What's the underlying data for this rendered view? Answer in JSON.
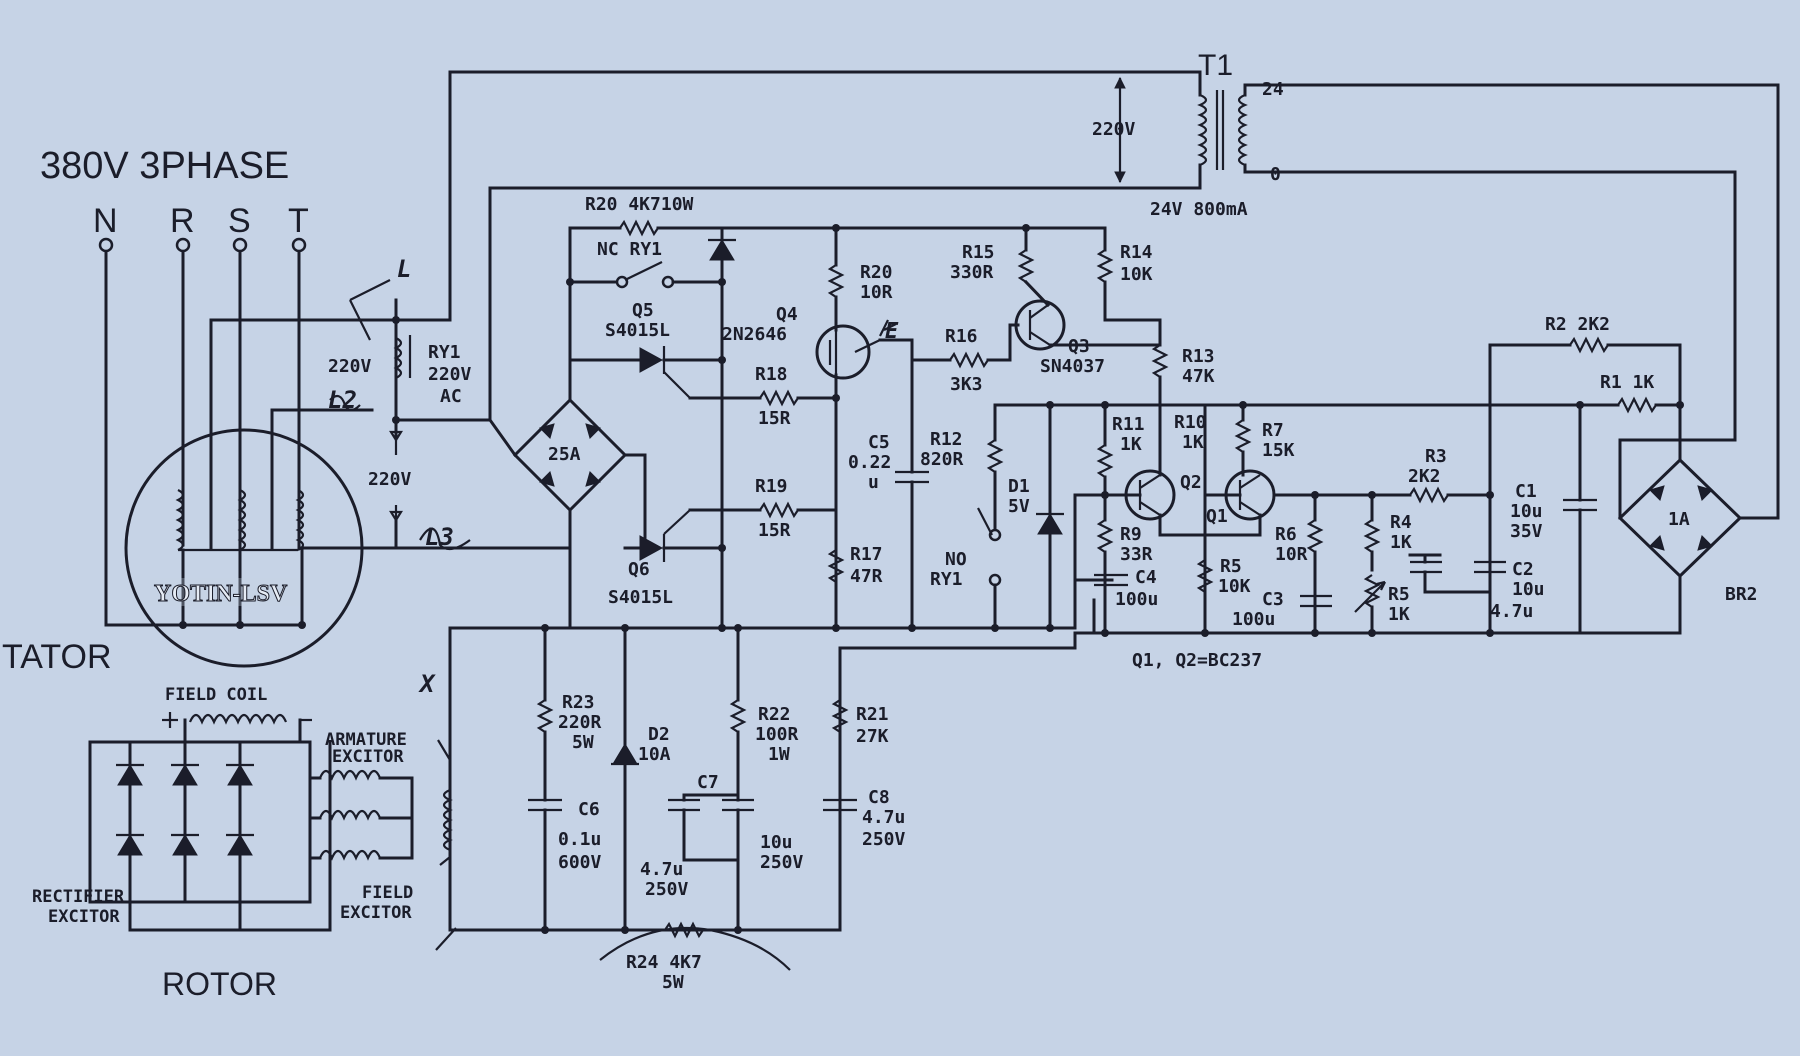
{
  "title": "380V 3PHASE",
  "phases": [
    "N",
    "R",
    "S",
    "T"
  ],
  "stator_label": "TATOR",
  "rotor_label": "ROTOR",
  "brand": "YOTIN-LSV",
  "transformer": {
    "name": "T1",
    "primary": "220V",
    "tap": "24",
    "zero": "0",
    "secondary": "24V 800mA"
  },
  "relay": {
    "name": "RY1",
    "rating": "220V",
    "ac": "AC",
    "left_v": "220V",
    "mid_v": "220V",
    "nc": "NC RY1",
    "no": "NO",
    "no_name": "RY1"
  },
  "handwritten": {
    "l1": "L",
    "l2": "L2",
    "l3": "L3",
    "x": "X",
    "e": "E"
  },
  "bridges": {
    "main": "25A",
    "br2": "1A",
    "br2_name": "BR2"
  },
  "transistors": {
    "q1": "Q1",
    "q2": "Q2",
    "q3": "Q3",
    "q3_type": "SN4037",
    "q4": "Q4",
    "q4_type": "2N2646",
    "q5": "Q5",
    "q5_type": "S4015L",
    "q6": "Q6",
    "q6_type": "S4015L",
    "note": "Q1, Q2=BC237"
  },
  "resistors": {
    "r20a": "R20 4K710W",
    "r20b": "R20",
    "r20b_v": "10R",
    "r15": "R15",
    "r15_v": "330R",
    "r14": "R14",
    "r14_v": "10K",
    "r18": "R18",
    "r18_v": "15R",
    "r19": "R19",
    "r19_v": "15R",
    "r16": "R16",
    "r16_v": "3K3",
    "r13": "R13",
    "r13_v": "47K",
    "r12": "R12",
    "r12_v": "820R",
    "r17": "R17",
    "r17_v": "47R",
    "r11": "R11",
    "r11_v": "1K",
    "r10": "R10",
    "r10_v": "1K",
    "r7": "R7",
    "r7_v": "15K",
    "r9": "R9",
    "r9_v": "33R",
    "r5": "R5",
    "r5_v": "10K",
    "r6": "R6",
    "r6_v": "10R",
    "r4": "R4",
    "r4_v": "1K",
    "r3": "R3",
    "r3_v": "2K2",
    "r8": "R5",
    "r8_v": "1K",
    "r2": "R2 2K2",
    "r1": "R1 1K",
    "r23": "R23",
    "r23_v": "220R",
    "r23_w": "5W",
    "r22": "R22",
    "r22_v": "100R",
    "r22_w": "1W",
    "r21": "R21",
    "r21_v": "27K",
    "r24": "R24 4K7",
    "r24_w": "5W"
  },
  "capacitors": {
    "c5": "C5",
    "c5_v": "0.22",
    "c5_u": "u",
    "c4": "C4",
    "c4_v": "100u",
    "c3": "C3",
    "c3_v": "100u",
    "c2": "C2",
    "c2_v": "10u",
    "c2_v2": "4.7u",
    "c1": "C1",
    "c1_v": "10u",
    "c1_v2": "35V",
    "c6": "C6",
    "c6_v": "0.1u",
    "c6_v2": "600V",
    "c7": "C7",
    "c7_v": "4.7u",
    "c7_v2": "250V",
    "c7b_v": "10u",
    "c7b_v2": "250V",
    "c8": "C8",
    "c8_v": "4.7u",
    "c8_v2": "250V"
  },
  "diodes": {
    "d1": "D1",
    "d1_v": "5V",
    "d2": "D2",
    "d2_v": "10A"
  },
  "rotor": {
    "field_coil": "FIELD COIL",
    "armature": "ARMATURE",
    "armature2": "EXCITOR",
    "rect": "RECTIFIER",
    "rect2": "EXCITOR",
    "field_exc": "FIELD",
    "field_exc2": "EXCITOR"
  }
}
